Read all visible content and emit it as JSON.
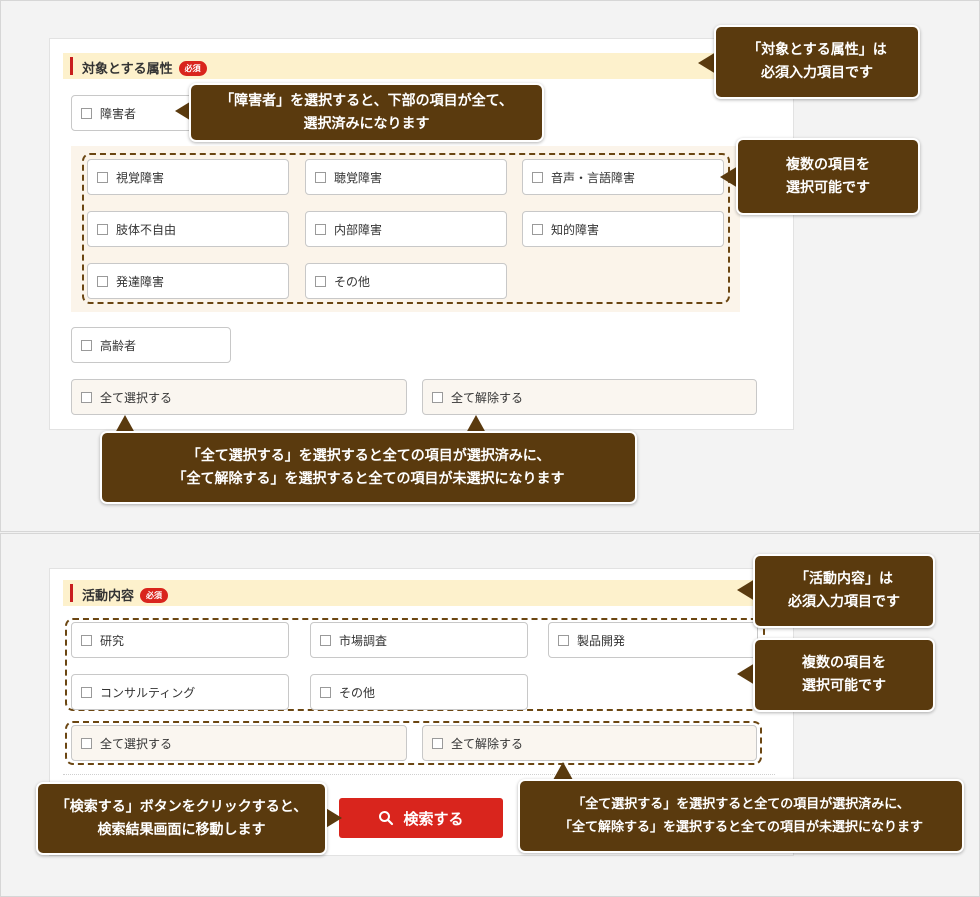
{
  "section1": {
    "header": {
      "title": "対象とする属性",
      "required_badge": "必須"
    },
    "checkbox_disability": "障害者",
    "disability_items": [
      "視覚障害",
      "聴覚障害",
      "音声・言語障害",
      "肢体不自由",
      "内部障害",
      "知的障害",
      "発達障害",
      "その他"
    ],
    "checkbox_elderly": "高齢者",
    "select_all": "全て選択する",
    "deselect_all": "全て解除する",
    "callouts": {
      "required": [
        "「対象とする属性」は",
        "必須入力項目です"
      ],
      "disability": [
        "「障害者」を選択すると、下部の項目が全て、",
        "選択済みになります"
      ],
      "multiple": [
        "複数の項目を",
        "選択可能です"
      ],
      "select_all": [
        "「全て選択する」を選択すると全ての項目が選択済みに、",
        "「全て解除する」を選択すると全ての項目が未選択になります"
      ]
    }
  },
  "section2": {
    "header": {
      "title": "活動内容",
      "required_badge": "必須"
    },
    "items": [
      "研究",
      "市場調査",
      "製品開発",
      "コンサルティング",
      "その他"
    ],
    "select_all": "全て選択する",
    "deselect_all": "全て解除する",
    "search_button": "検索する",
    "callouts": {
      "required": [
        "「活動内容」は",
        "必須入力項目です"
      ],
      "multiple": [
        "複数の項目を",
        "選択可能です"
      ],
      "search": [
        "「検索する」ボタンをクリックすると、",
        "検索結果画面に移動します"
      ],
      "select_all": [
        "「全て選択する」を選択すると全ての項目が選択済みに、",
        "「全て解除する」を選択すると全ての項目が未選択になります"
      ]
    }
  },
  "colors": {
    "accent_red": "#d9251d",
    "callout_brown": "#5a3a0e",
    "header_bg": "#fdf1cc"
  }
}
